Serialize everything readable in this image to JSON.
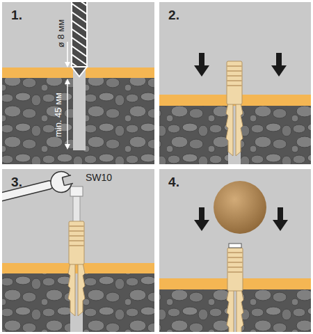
{
  "diagram": {
    "labels": [
      "1.",
      "ø 8 мм",
      "min. 45 мм",
      "2.",
      "3.",
      "SW10",
      "4."
    ]
  }
}
